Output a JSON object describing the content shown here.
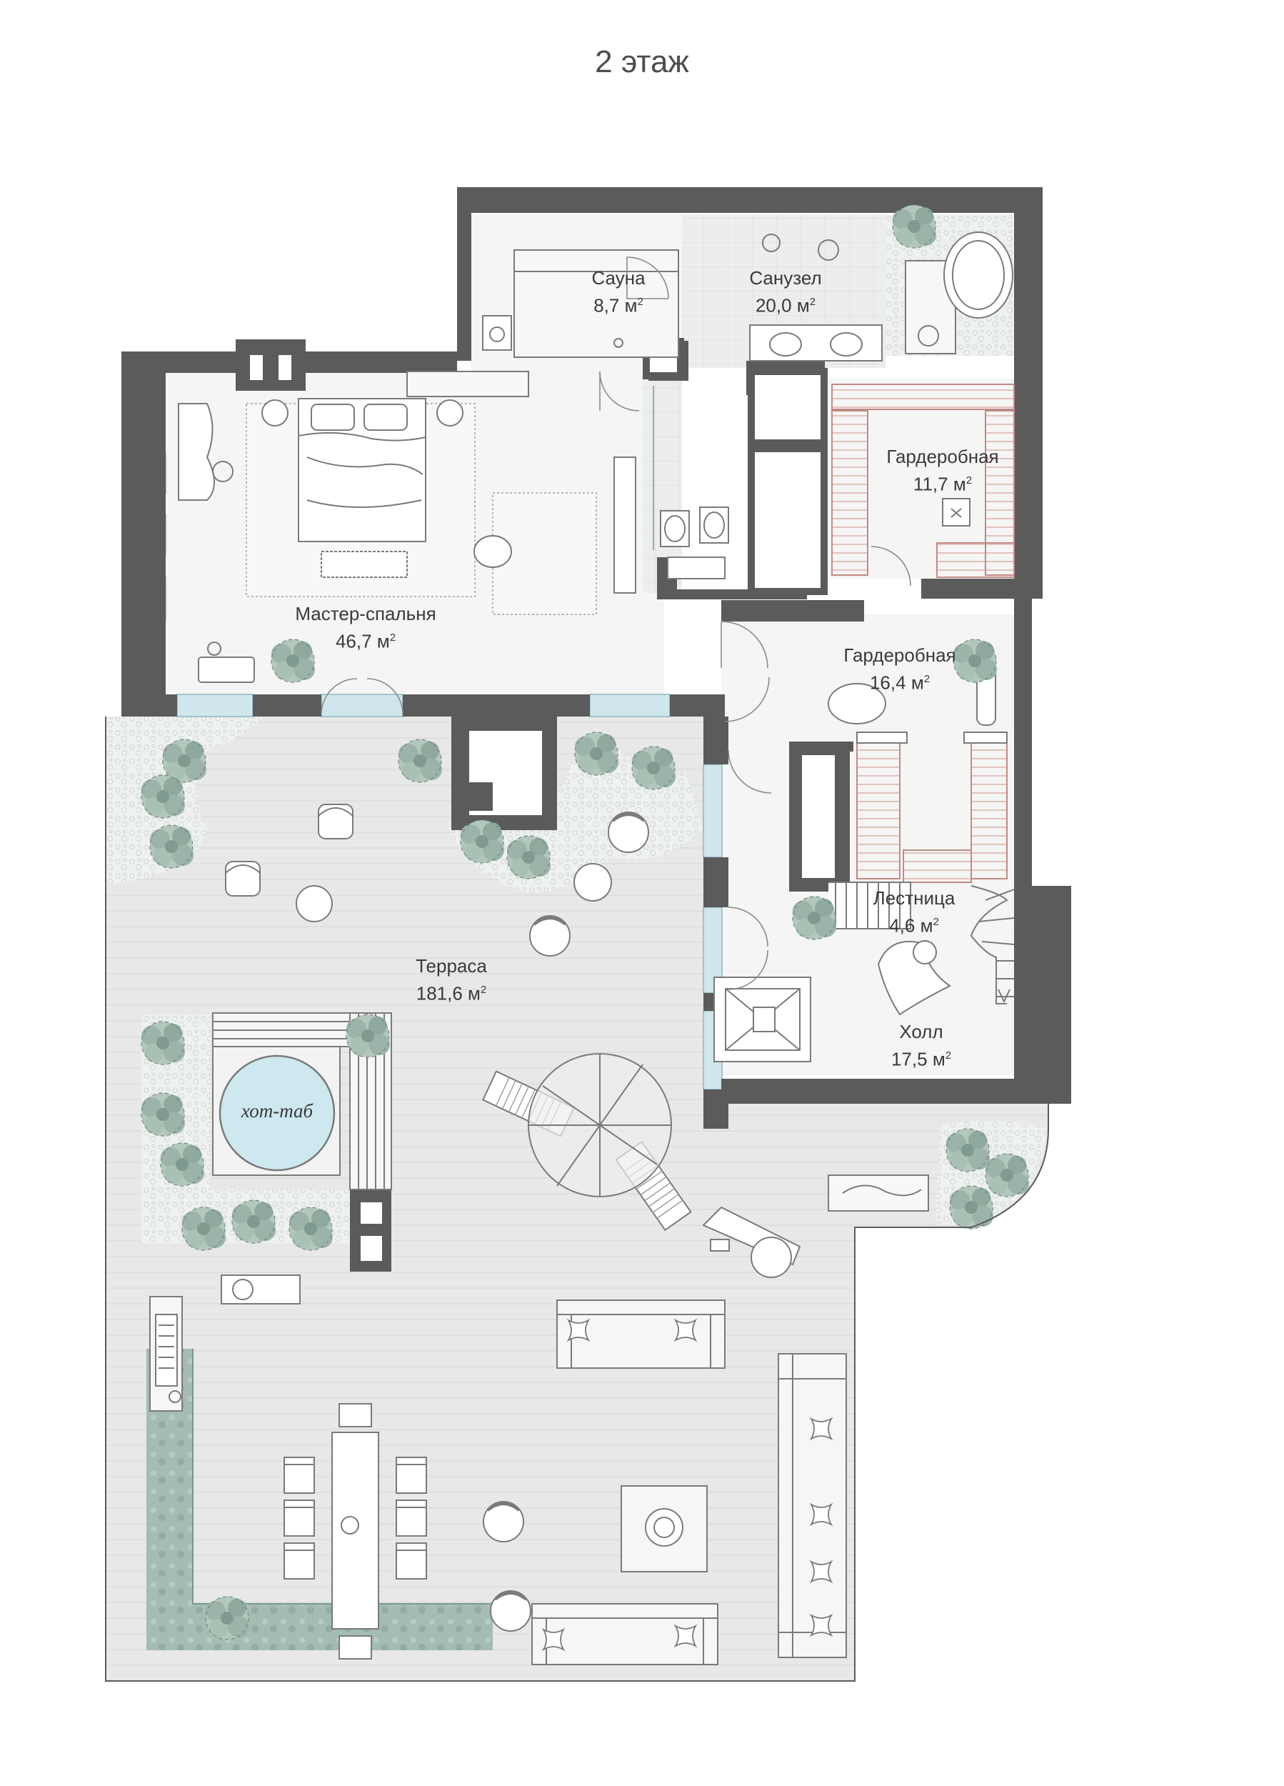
{
  "floor_title": "2 этаж",
  "area_unit": "м",
  "area_exp": "2",
  "rooms": [
    {
      "name": "Сауна",
      "area": "8,7"
    },
    {
      "name": "Санузел",
      "area": "20,0"
    },
    {
      "name": "Гардеробная",
      "area": "11,7"
    },
    {
      "name": "Мастер-спальня",
      "area": "46,7"
    },
    {
      "name": "Гардеробная",
      "area": "16,4"
    },
    {
      "name": "Лестница",
      "area": "4,6"
    },
    {
      "name": "Терраса",
      "area": "181,6"
    },
    {
      "name": "Холл",
      "area": "17,5"
    }
  ],
  "hot_tub": "хот-таб",
  "colors": {
    "wall": "#5b5b5b",
    "interior_floor": "#f4f5f4",
    "terrace_floor": "#e7e8e7",
    "greenery": "#9db7ad",
    "water": "#cde8ee",
    "window": "#cfe6ec",
    "bathroom_tile": "#e9ebea",
    "furniture_line": "#7a7a7a"
  }
}
